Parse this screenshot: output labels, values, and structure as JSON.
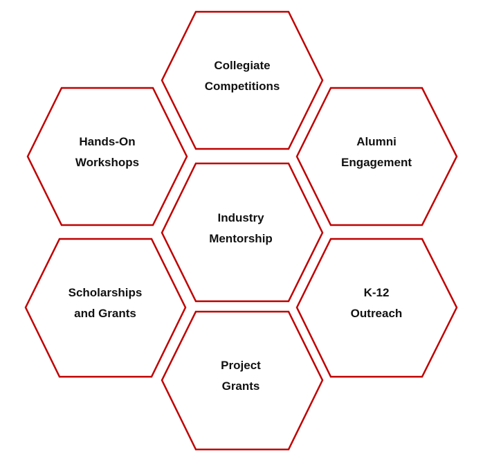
{
  "colors": {
    "outline": "#c00000",
    "fill": "#ffffff",
    "text": "#111111"
  },
  "hexagons": [
    {
      "id": "collegiate-competitions",
      "lines": [
        "Collegiate",
        "Competitions"
      ]
    },
    {
      "id": "hands-on-workshops",
      "lines": [
        "Hands-On",
        "Workshops"
      ]
    },
    {
      "id": "alumni-engagement",
      "lines": [
        "Alumni",
        "Engagement"
      ]
    },
    {
      "id": "industry-mentorship",
      "lines": [
        "Industry",
        "Mentorship"
      ]
    },
    {
      "id": "scholarships-and-grants",
      "lines": [
        "Scholarships",
        "and Grants"
      ]
    },
    {
      "id": "k12-outreach",
      "lines": [
        "K-12",
        "Outreach"
      ]
    },
    {
      "id": "project-grants",
      "lines": [
        "Project",
        "Grants"
      ]
    }
  ]
}
